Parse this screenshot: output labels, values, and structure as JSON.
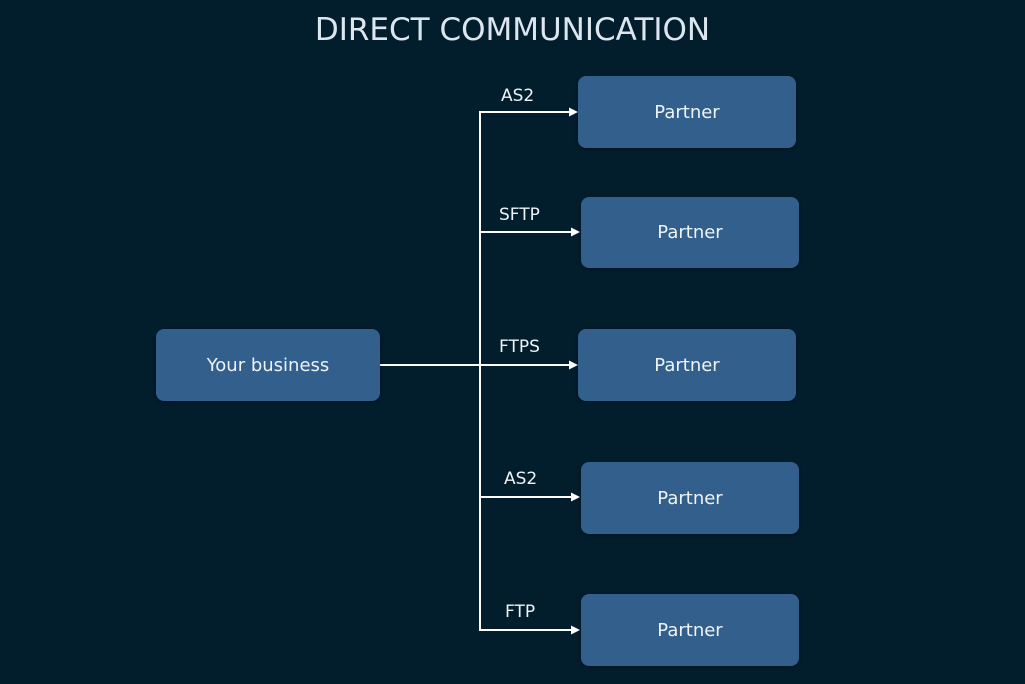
{
  "title": "DIRECT COMMUNICATION",
  "source": {
    "label": "Your business"
  },
  "partners": [
    {
      "label": "Partner",
      "protocol": "AS2"
    },
    {
      "label": "Partner",
      "protocol": "SFTP"
    },
    {
      "label": "Partner",
      "protocol": "FTPS"
    },
    {
      "label": "Partner",
      "protocol": "AS2"
    },
    {
      "label": "Partner",
      "protocol": "FTP"
    }
  ],
  "colors": {
    "background": "#021d2c",
    "box": "#325f8b",
    "line": "#ffffff",
    "text": "#eef3f8"
  }
}
